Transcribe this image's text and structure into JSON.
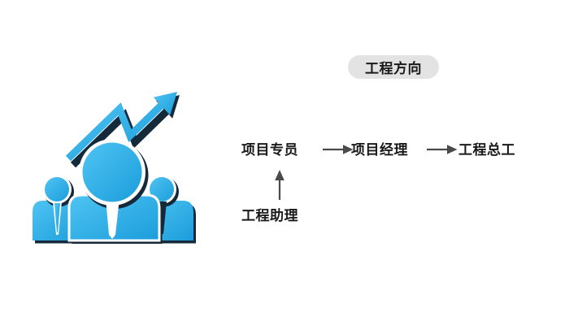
{
  "page": {
    "background_color": "#ffffff"
  },
  "badge": {
    "label": "工程方向",
    "background_color": "#e3e3e3",
    "text_color": "#1a1a1a"
  },
  "flow": {
    "arrow_color": "#4a4a4a",
    "main_path": [
      "项目专员",
      "项目经理",
      "工程总工"
    ],
    "entry_node": "工程助理",
    "connections": [
      {
        "from": "工程助理",
        "to": "项目专员",
        "type": "arrow-up"
      },
      {
        "from": "项目专员",
        "to": "项目经理",
        "type": "arrow-right"
      },
      {
        "from": "项目经理",
        "to": "工程总工",
        "type": "arrow-right"
      }
    ]
  },
  "illustration": {
    "name": "team-growth-arrow",
    "primary_color": "#2fb0e8",
    "shadow_color": "#142a3b"
  },
  "icons": {
    "trend_arrow": "zigzag-up-right-arrow",
    "flow_arrow": "arrow-right",
    "promotion_arrow": "arrow-up",
    "people": "three-business-figures"
  }
}
